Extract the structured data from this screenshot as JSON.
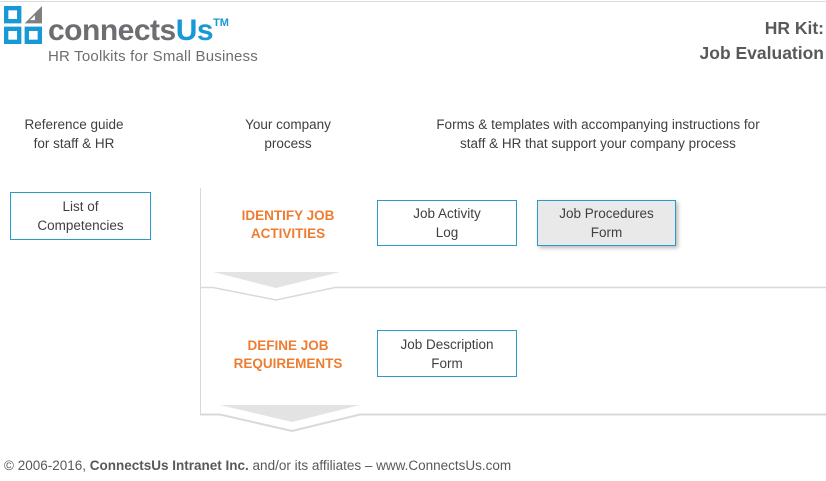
{
  "header": {
    "logo": {
      "brand_connects": "connects",
      "brand_us": "Us",
      "trademark": "TM",
      "tagline": "HR Toolkits for Small Business"
    },
    "kit_title_line1": "HR Kit:",
    "kit_title_line2": "Job Evaluation"
  },
  "columns": {
    "reference": {
      "line1": "Reference guide",
      "line2": "for staff & HR"
    },
    "process": {
      "line1": "Your company",
      "line2": "process"
    },
    "forms": {
      "line1": "Forms &  templates with accompanying instructions for",
      "line2": "staff & HR that support your company process"
    }
  },
  "reference_box": {
    "line1": "List of",
    "line2": "Competencies"
  },
  "flow": {
    "rows": [
      {
        "step": {
          "line1": "IDENTIFY JOB",
          "line2": "ACTIVITIES"
        },
        "forms": [
          {
            "line1": "Job Activity",
            "line2": "Log",
            "highlighted": false
          },
          {
            "line1": "Job Procedures",
            "line2": "Form",
            "highlighted": true
          }
        ]
      },
      {
        "step": {
          "line1": "DEFINE JOB",
          "line2": "REQUIREMENTS"
        },
        "forms": [
          {
            "line1": "Job Description",
            "line2": "Form",
            "highlighted": false
          }
        ]
      }
    ]
  },
  "footer": {
    "prefix": "© 2006-2016, ",
    "company": "ConnectsUs Intranet Inc.",
    "suffix": " and/or its affiliates – www.ConnectsUs.com"
  },
  "colors": {
    "brand_blue": "#1899d5",
    "brand_gray": "#6d6e71",
    "title_gray": "#595959",
    "step_orange": "#ed7d31",
    "box_border_blue": "#2b9bc6",
    "highlight_box_fill": "#e9e9e9",
    "divider_line": "#d9d9d9",
    "chevron_fill": "#e3e3e3",
    "body_text": "#404040"
  }
}
